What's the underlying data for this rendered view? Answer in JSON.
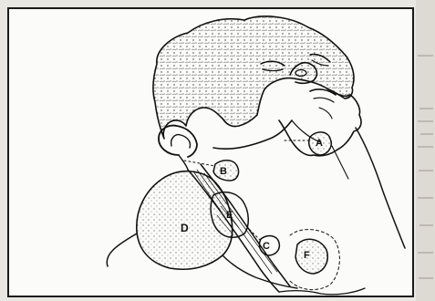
{
  "figure": {
    "labels": {
      "a": "A",
      "b": "B",
      "c": "C",
      "d": "D",
      "e": "E",
      "f": "F"
    },
    "colors": {
      "ink": "#111111",
      "paper": "#fbfbf9",
      "background_page": "#e9e7e2"
    }
  }
}
